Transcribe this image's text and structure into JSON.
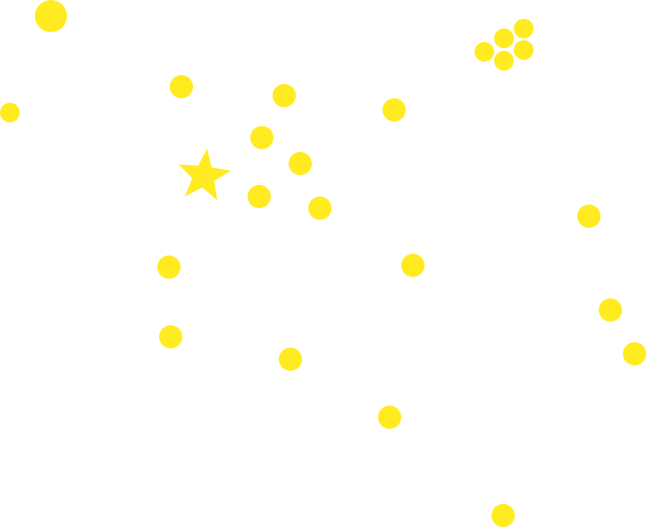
{
  "colors": {
    "background": "#ffffff",
    "fill": "#ffeb1f"
  },
  "shapes": [
    {
      "kind": "dot",
      "name": "dot-large"
    },
    {
      "kind": "dot",
      "name": "dot"
    },
    {
      "kind": "dot",
      "name": "dot"
    },
    {
      "kind": "dot",
      "name": "dot"
    },
    {
      "kind": "dot",
      "name": "dot"
    },
    {
      "kind": "dot",
      "name": "dot"
    },
    {
      "kind": "dot",
      "name": "dot"
    },
    {
      "kind": "dot",
      "name": "dot"
    },
    {
      "kind": "dot",
      "name": "dot"
    },
    {
      "kind": "dot",
      "name": "dot"
    },
    {
      "kind": "dot",
      "name": "dot"
    },
    {
      "kind": "dot",
      "name": "dot"
    },
    {
      "kind": "dot",
      "name": "dot"
    },
    {
      "kind": "dot",
      "name": "dot"
    },
    {
      "kind": "dot",
      "name": "dot"
    },
    {
      "kind": "dot",
      "name": "dot"
    },
    {
      "kind": "dot",
      "name": "dot"
    },
    {
      "kind": "dot",
      "name": "dot"
    },
    {
      "kind": "dot",
      "name": "dot"
    },
    {
      "kind": "dot",
      "name": "dot"
    },
    {
      "kind": "dot",
      "name": "dot"
    },
    {
      "kind": "dot",
      "name": "dot"
    },
    {
      "kind": "dot",
      "name": "dot"
    },
    {
      "kind": "dot",
      "name": "dot"
    },
    {
      "kind": "star",
      "name": "star-icon"
    }
  ]
}
